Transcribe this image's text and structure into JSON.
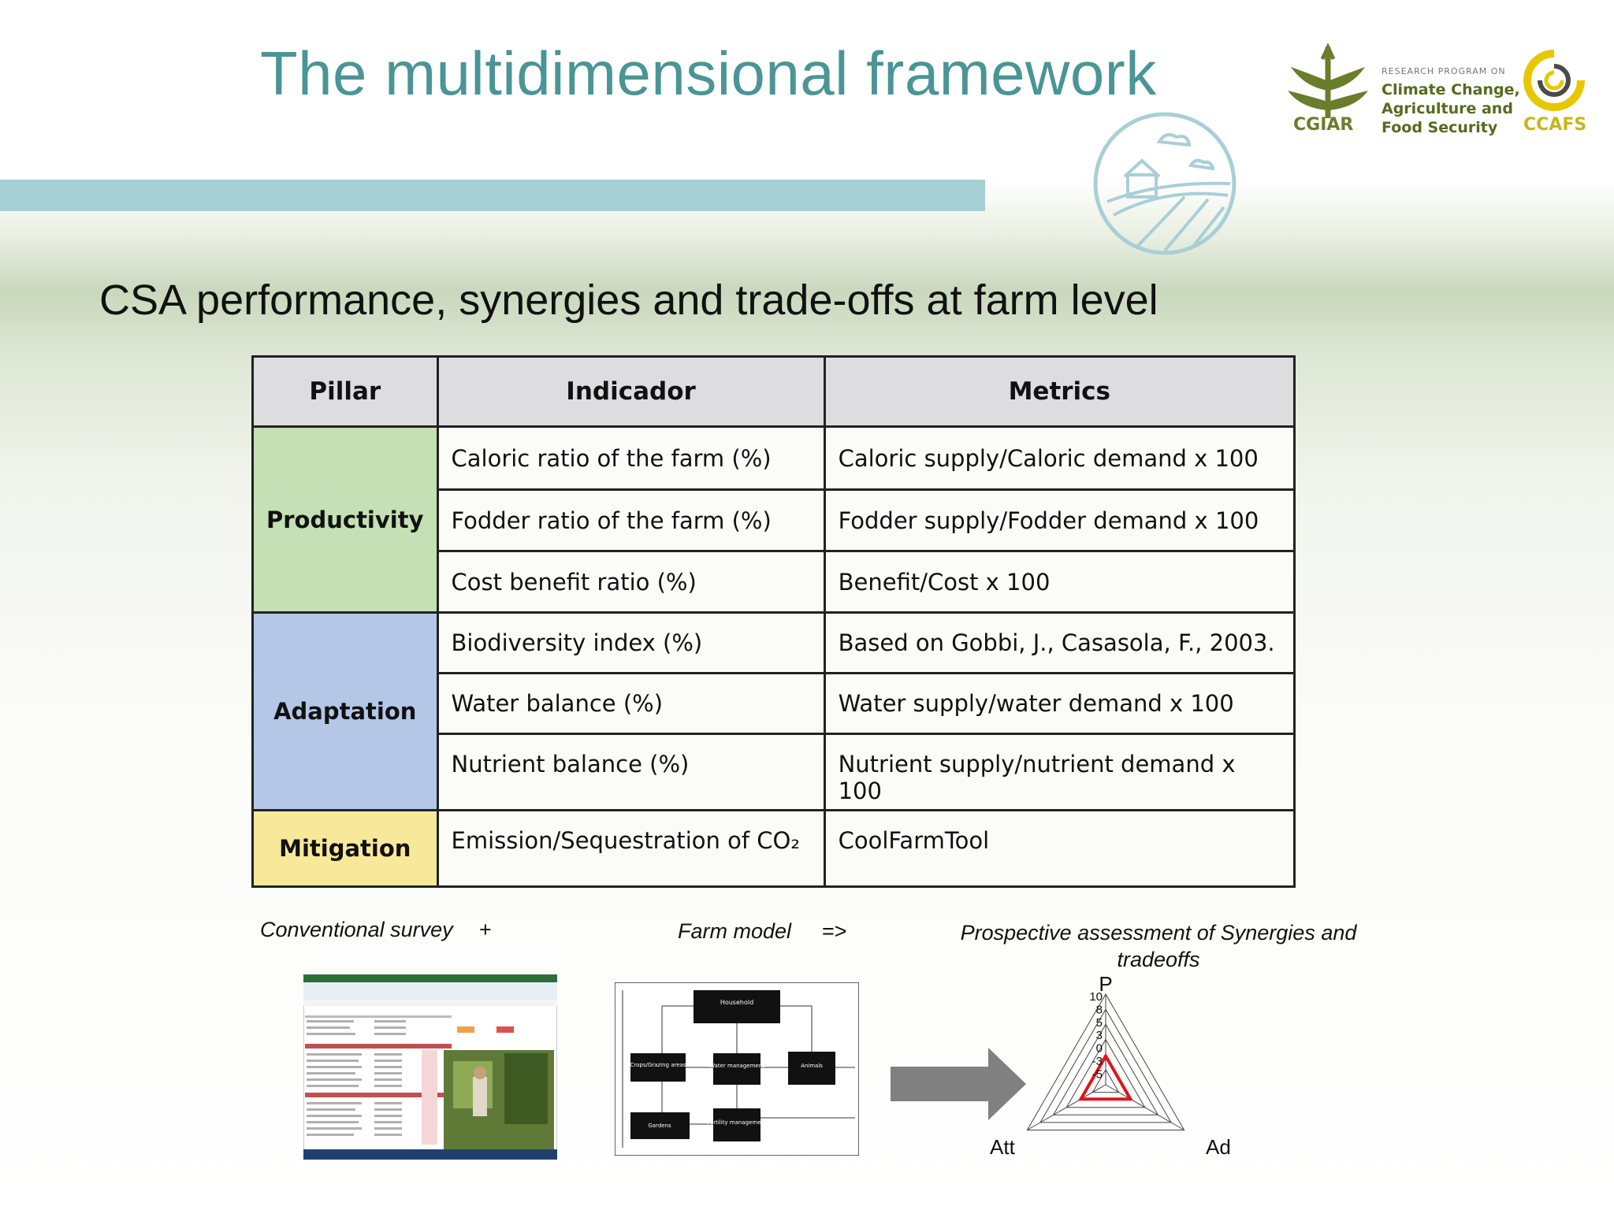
{
  "title": "The multidimensional framework",
  "logos": {
    "cgiar": "CGIAR",
    "research_program": "RESEARCH PROGRAM ON",
    "program_line1": "Climate Change,",
    "program_line2": "Agriculture and",
    "program_line3": "Food Security",
    "ccafs": "CCAFS"
  },
  "subtitle": "CSA performance, synergies and trade-offs at farm level",
  "table": {
    "headers": [
      "Pillar",
      "Indicador",
      "Metrics"
    ],
    "pillars": {
      "productivity": "Productivity",
      "adaptation": "Adaptation",
      "mitigation": "Mitigation"
    },
    "rows": [
      {
        "indicator": "Caloric ratio of the farm (%)",
        "metric": "Caloric supply/Caloric demand x 100"
      },
      {
        "indicator": "Fodder ratio of the farm (%)",
        "metric": "Fodder supply/Fodder demand x 100"
      },
      {
        "indicator": "Cost benefit ratio (%)",
        "metric": "Benefit/Cost x 100"
      },
      {
        "indicator": "Biodiversity index (%)",
        "metric": "Based on Gobbi, J., Casasola, F., 2003."
      },
      {
        "indicator": "Water balance (%)",
        "metric": "Water supply/water demand x 100"
      },
      {
        "indicator": "Nutrient balance (%)",
        "metric": "Nutrient supply/nutrient demand x 100"
      },
      {
        "indicator": "Emission/Sequestration of CO₂",
        "metric": "CoolFarmTool"
      }
    ]
  },
  "captions": {
    "survey": "Conventional survey",
    "plus": "+",
    "model": "Farm model",
    "arrow": "=>",
    "assessment_line1": "Prospective assessment of Synergies and",
    "assessment_line2": "tradeoffs"
  },
  "farm_model": {
    "household": "Household",
    "crops": "Crops/Grazing areas",
    "water": "Water management",
    "animals": "Animals",
    "gardens": "Gardens",
    "fertility": "Fertility management"
  },
  "radar": {
    "axes": [
      "P",
      "Ad",
      "Att"
    ],
    "ticks": [
      "10",
      "8",
      "5",
      "3",
      "0",
      "-3",
      "-5"
    ]
  },
  "colors": {
    "title": "#4a9596",
    "band": "#a4d0d4",
    "productivity": "#c5e0b4",
    "adaptation": "#b4c7e7",
    "mitigation": "#f8e89a",
    "radar_series": "#e0141c"
  }
}
